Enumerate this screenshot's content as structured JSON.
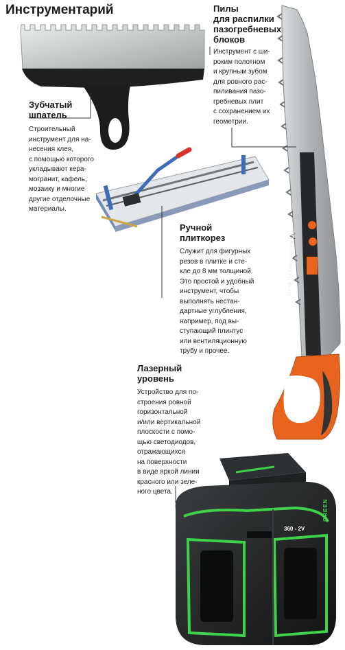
{
  "page": {
    "title": "Инструментарий"
  },
  "tools": {
    "trowel": {
      "heading": "Зубчатый\nшпатель",
      "text": "Строительный\nинструмент для на-\nнесения клея,\nс помощью которого\nукладывают кера-\nмогранит, кафель,\nмозаику и многие\nдругие отделочные\nматериалы."
    },
    "saw": {
      "heading": "Пилы\nдля распилки\nпазогребневых\nблоков",
      "text": "Инструмент с ши-\nроким полотном\nи крупным зубом\nдля ровного рас-\nпиливания пазо-\nгребневых плит\nс сохранением их\nгеометрии.",
      "blade_label": "Пила ПАЗОГРЕБНЕВАЯ"
    },
    "cutter": {
      "heading": "Ручной\nплиткорез",
      "text": "Служит для фигурных\nрезов в плитке и сте-\nкле до 8 мм толщиной.\nЭто простой и удобный\nинструмент, чтобы\nвыполнять нестан-\nдартные углубления,\nнапример, под вы-\nступающий плинтус\nили вентиляционную\nтрубу и прочее."
    },
    "laser": {
      "heading": "Лазерный\nуровень",
      "text": "Устройство для по-\nстроения ровной\nгоризонтальной\nи/или вертикальной\nплоскости с помо-\nщью светодиодов,\nотражающихся\nна поверхности\nв виде яркой линии\nкрасного или зеле-\nного цвета.",
      "label_model": "360 - 2V",
      "label_green": "GREEN"
    }
  },
  "colors": {
    "accent_orange": "#e8641e",
    "laser_green": "#3fd14a",
    "saw_steel": "#b9bdc0",
    "dark": "#1c1c1c"
  }
}
